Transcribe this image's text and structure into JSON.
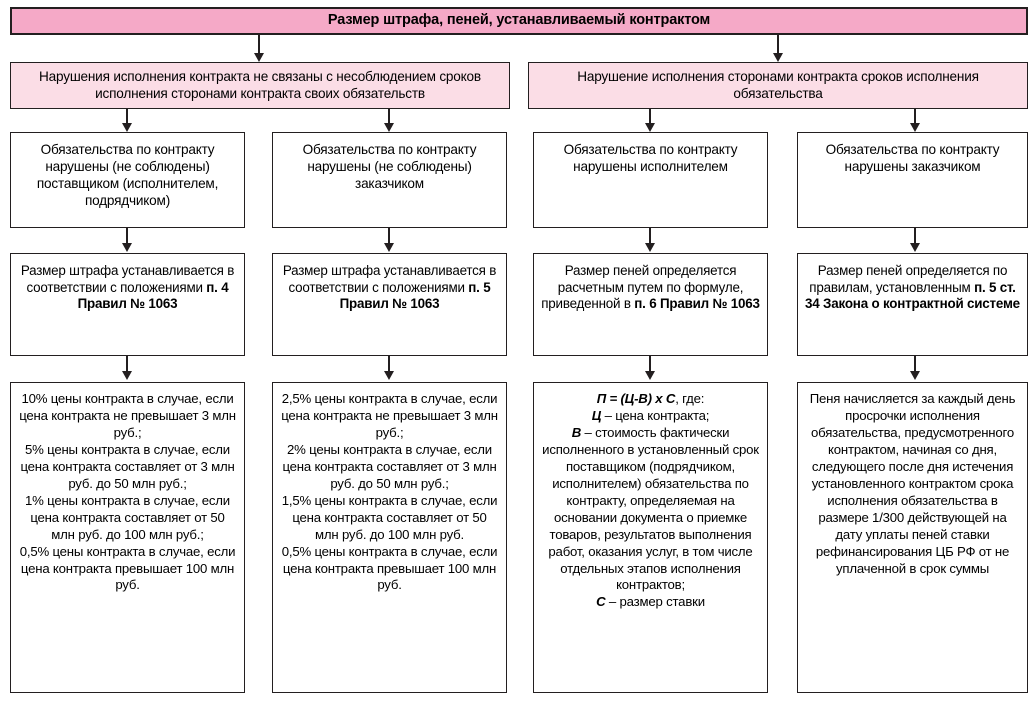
{
  "diagram": {
    "title_banner": {
      "text": "Размер штрафа, пеней, устанавливаемый контрактом",
      "fill": "#f5a9c7",
      "border": "#231f20"
    },
    "categories": [
      {
        "id": "cat-no-deadline",
        "text": "Нарушения исполнения контракта не связаны с несоблюдением сроков исполнения сторонами контракта своих обязательств",
        "fill": "#fbdde6"
      },
      {
        "id": "cat-deadline",
        "text": "Нарушение исполнения сторонами контракта сроков исполнения обязательства",
        "fill": "#fbdde6"
      }
    ],
    "columns": [
      {
        "id": "col-supplier-fine",
        "party": "Обязательства по контракту нарушены (не соблюдены) поставщиком (исполнителем, подрядчиком)",
        "rule": "Размер штрафа устанавливается в соответствии с положениями <b>п. 4 Правил № 1063</b>",
        "detail": "10% цены контракта в случае, если цена контракта не превышает 3 млн руб.;<br>5% цены контракта в случае, если цена контракта составляет от 3 млн руб. до 50 млн руб.;<br>1% цены контракта в случае, если цена контракта составляет от 50 млн руб. до 100 млн руб.;<br>0,5% цены контракта в случае, если цена контракта превышает 100 млн руб."
      },
      {
        "id": "col-customer-fine",
        "party": "Обязательства по контракту нарушены (не соблюдены) заказчиком",
        "rule": "Размер штрафа устанавливается в соответствии с положениями <b>п. 5 Правил № 1063</b>",
        "detail": "2,5% цены контракта в случае, если цена контракта не превышает 3 млн руб.;<br>2% цены контракта в случае, если цена контракта составляет от 3 млн руб. до 50 млн руб.;<br>1,5% цены контракта в случае, если цена контракта составляет от 50 млн руб. до 100 млн руб.<br>0,5% цены контракта в случае, если цена контракта превышает 100 млн руб."
      },
      {
        "id": "col-contractor-penalty",
        "party": "Обязательства по контракту нарушены исполнителем",
        "rule": "Размер пеней определяется расчетным путем по формуле, приведенной в <b>п. 6 Правил № 1063</b>",
        "detail": "<b><i>П = (Ц-В) х С</i></b>, где:<br><b><i>Ц</i></b> – цена контракта;<br><b><i>В</i></b> – стоимость фактически исполненного в установленный срок поставщиком (подрядчиком, исполнителем) обязательства по контракту, определяемая на основании документа о приемке товаров, результатов выполнения работ, оказания услуг, в том числе отдельных этапов исполнения контрактов;<br><b><i>С</i></b> – размер ставки"
      },
      {
        "id": "col-customer-penalty",
        "party": "Обязательства по контракту нарушены заказчиком",
        "rule": "Размер пеней определяется по правилам, установленным <b>п. 5 ст. 34 Закона о контрактной системе</b>",
        "detail": "Пеня начисляется за каждый день просрочки исполнения обязательства, предусмотренного контрактом, начиная со дня, следующего после дня истечения установленного контрактом срока исполнения обязательства в размере 1/300 действующей на дату уплаты пеней ставки рефинансирования ЦБ РФ от не уплаченной в срок суммы"
      }
    ]
  }
}
